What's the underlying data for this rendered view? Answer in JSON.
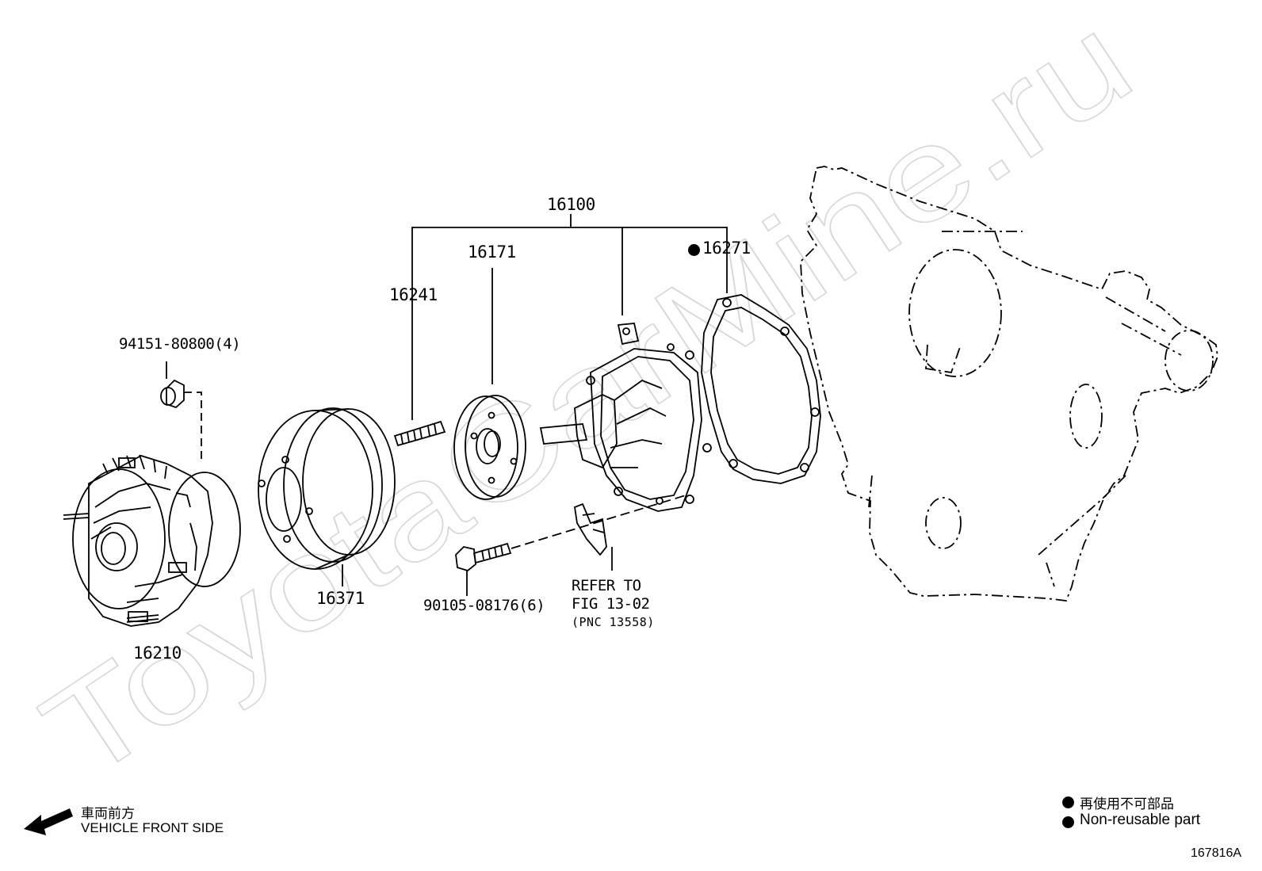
{
  "diagram": {
    "watermark": "ToyotaCarMine.ru",
    "callouts": {
      "assembly": "16100",
      "stud": "16241",
      "flange": "16171",
      "gasket": "16271",
      "washer": "94151-80800(4)",
      "fan_clutch": "16210",
      "pulley": "16371",
      "bolt": "90105-08176(6)"
    },
    "refer_note": {
      "line1": "REFER TO",
      "line2": "FIG 13-02",
      "line3": "(PNC 13558)"
    },
    "front_side": {
      "japanese": "車両前方",
      "english": "VEHICLE FRONT SIDE"
    },
    "legend": {
      "japanese": "再使用不可部品",
      "english": "Non-reusable part"
    },
    "figure_code": "167816A"
  }
}
